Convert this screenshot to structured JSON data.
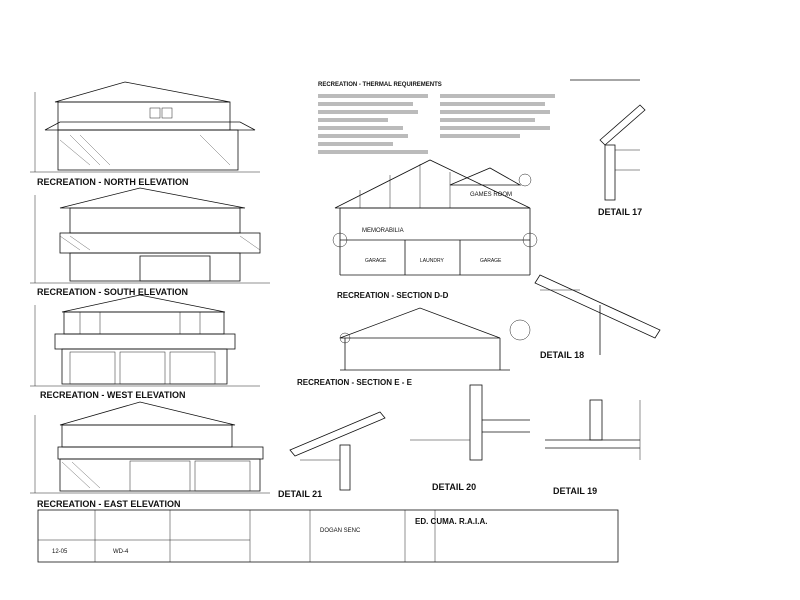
{
  "project": {
    "title": "RECREATION - THERMAL REQUIREMENTS",
    "firm": "ED. CUMA. R.A.I.A.",
    "client_label": "DOGAN SENC",
    "drawing_no": "WD-4",
    "date": "12-05"
  },
  "elevations": {
    "north": "RECREATION - NORTH ELEVATION",
    "south": "RECREATION - SOUTH ELEVATION",
    "west": "RECREATION - WEST ELEVATION",
    "east": "RECREATION - EAST ELEVATION"
  },
  "sections": {
    "d_d": "RECREATION - SECTION D-D",
    "e_e": "RECREATION - SECTION E - E",
    "rooms": {
      "games": "GAMES ROOM",
      "memorabilia": "MEMORABILIA",
      "garage_left": "GARAGE",
      "laundry": "LAUNDRY",
      "garage_right": "GARAGE"
    }
  },
  "details": {
    "d17": "DETAIL 17",
    "d18": "DETAIL 18",
    "d19": "DETAIL 19",
    "d20": "DETAIL 20",
    "d21": "DETAIL 21"
  }
}
